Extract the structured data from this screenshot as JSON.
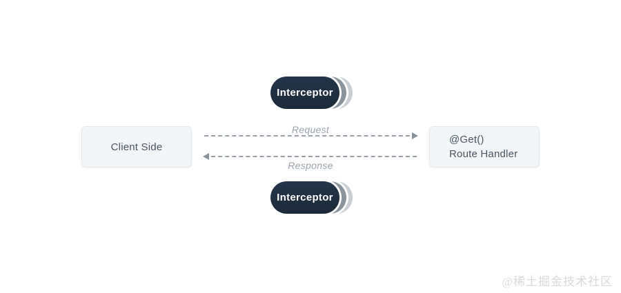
{
  "page": {
    "background": "#ffffff",
    "watermark": "@稀土掘金技术社区"
  },
  "diagram": {
    "client_box": {
      "label": "Client Side"
    },
    "route_handler_box": {
      "decorator": "@Get()",
      "label": "Route Handler"
    },
    "interceptors": {
      "top": {
        "label": "Interceptor"
      },
      "bottom": {
        "label": "Interceptor"
      }
    },
    "arrows": {
      "request": {
        "label": "Request",
        "direction": "right"
      },
      "response": {
        "label": "Response",
        "direction": "left"
      }
    },
    "colors": {
      "pill_dark": "#1e2d3c",
      "pill_stack_mid": "#8b949d",
      "pill_stack_light": "#c9ced4",
      "box_fill": "#f3f6f9",
      "box_border": "#e3e8ee",
      "box_text": "#4a5662",
      "arrow_gray": "#98a1ab",
      "label_gray": "#9aa3ad",
      "watermark_gray": "#d9d9d9"
    }
  }
}
